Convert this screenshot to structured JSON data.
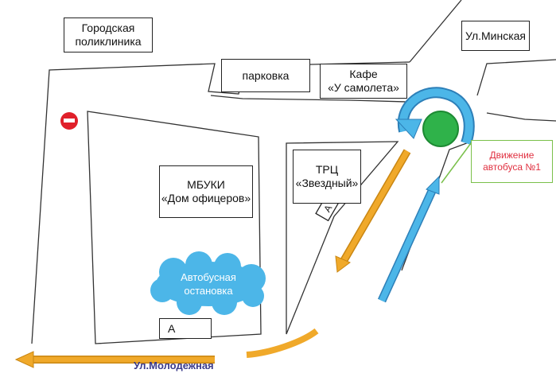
{
  "map": {
    "buildings": {
      "polyclinic": [
        "Городская",
        "поликлиника"
      ],
      "parking": "парковка",
      "cafe": [
        "Кафе",
        "«У  самолета»"
      ],
      "mall": [
        "ТРЦ",
        "«Звездный»"
      ],
      "officers_house": [
        "МБУКИ",
        "«Дом офицеров»"
      ]
    },
    "streets": {
      "minskaya": "Ул.Минская",
      "molodezhnaya": "Ул.Молодежная"
    },
    "bus_stop": [
      "Автобусная",
      "остановка"
    ],
    "stop_sign_mall": "А",
    "stop_sign_officers": "А",
    "legend": [
      "Движение",
      "автобуса №1"
    ],
    "colors": {
      "blue_route": "#4cb6e8",
      "orange_route": "#f0a92a",
      "roundabout": "#2fb24a",
      "no_entry": "#e0202a",
      "bus_text": "#e03040"
    }
  }
}
